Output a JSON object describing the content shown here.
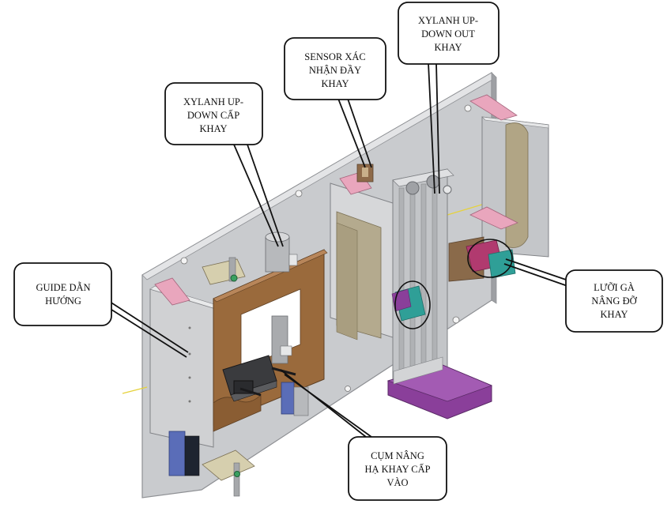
{
  "callouts": [
    {
      "id": "xylanh-up-down-cap-khay",
      "lines": [
        "XYLANH UP-",
        "DOWN CẤP",
        "KHAY"
      ]
    },
    {
      "id": "sensor-xac-nhan-day-khay",
      "lines": [
        "SENSOR XÁC",
        "NHẬN ĐẦY",
        "KHAY"
      ]
    },
    {
      "id": "xylanh-up-down-out-khay",
      "lines": [
        "XYLANH UP-",
        "DOWN OUT",
        "KHAY"
      ]
    },
    {
      "id": "guide-dan-huong",
      "lines": [
        "GUIDE DẪN",
        "HƯỚNG"
      ]
    },
    {
      "id": "luoi-ga-nang-do-khay",
      "lines": [
        "LƯỠI GÀ",
        "NÂNG ĐỠ",
        "KHAY"
      ]
    },
    {
      "id": "cum-nang-ha-khay-cap-vao",
      "lines": [
        "CỤM NÂNG",
        "HẠ KHAY CẤP",
        "VÀO"
      ]
    }
  ],
  "colors": {
    "plate": "#c9cbce",
    "plate_edge": "#8e9094",
    "bracket_brown": "#9a6a3c",
    "pink": "#e9a6bd",
    "purple": "#8a3f9a",
    "teal": "#2f9f97",
    "gray_panel": "#d6d7d9",
    "tan_panel": "#b4aa8e",
    "blue_rail": "#5a6db8"
  }
}
